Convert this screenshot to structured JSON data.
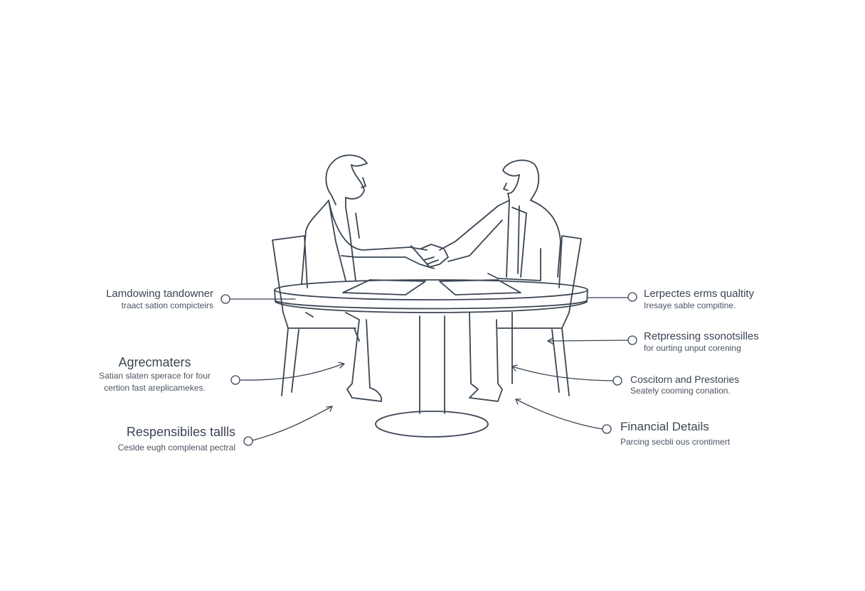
{
  "left_labels": [
    {
      "title": "Lamdowing tandowner",
      "lines": [
        "traact sation compicteirs"
      ]
    },
    {
      "title": "Agrecmaters",
      "lines": [
        "Satian slaten sperace for four",
        "certion fast areplicamekes."
      ]
    },
    {
      "title": "Respensibiles tallls",
      "lines": [
        "Ceslde eugh complenat pectral"
      ]
    }
  ],
  "right_labels": [
    {
      "title": "Lerpectes erms qualtity",
      "lines": [
        "Iresaye sable compitine."
      ]
    },
    {
      "title": "Retpressing ssonotsilles",
      "lines": [
        "for ourting unput corening"
      ]
    },
    {
      "title": "Coscitorn and Prestories",
      "lines": [
        "Seately cooming conation."
      ]
    },
    {
      "title": "Financial Details",
      "lines": [
        "Parcing secbli ous crontimert"
      ]
    }
  ],
  "colors": {
    "stroke": "#3a4553",
    "background": "#ffffff"
  }
}
